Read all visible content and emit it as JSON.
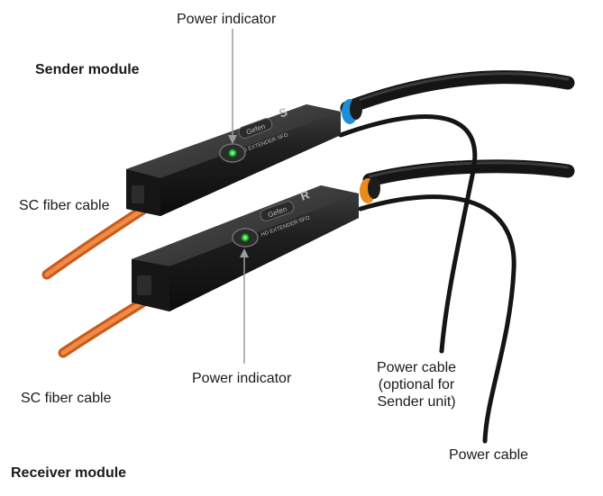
{
  "labels": {
    "power_indicator_top": "Power indicator",
    "sender_module": "Sender module",
    "sc_fiber_cable_top": "SC fiber cable",
    "power_indicator_bottom": "Power indicator",
    "sc_fiber_cable_bottom": "SC fiber cable",
    "power_cable_optional": [
      "Power cable",
      "(optional for",
      "Sender unit)"
    ],
    "power_cable": "Power cable",
    "receiver_module": "Receiver module"
  },
  "devices": {
    "sender": {
      "brand": "Gefen",
      "model": "HD EXTENDER SFO",
      "letter": "S",
      "ring_color": "#1e8fd6"
    },
    "receiver": {
      "brand": "Gefen",
      "model": "HD EXTENDER SFO",
      "letter": "R",
      "ring_color": "#e98a1e"
    }
  },
  "colors": {
    "fiber": "#e8742c",
    "led": "#3be04a",
    "body": "#1c1c1c",
    "cable": "#151515",
    "pointer": "#9a9a9a"
  }
}
